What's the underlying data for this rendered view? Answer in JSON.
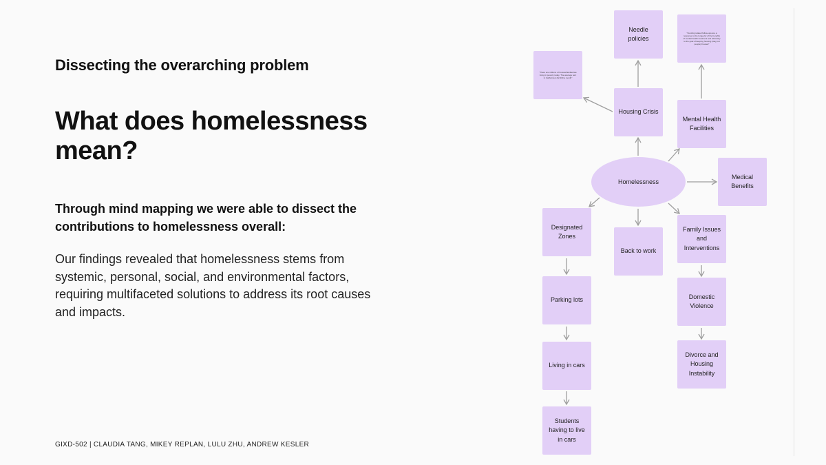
{
  "header": {
    "subtitle": "Dissecting the overarching problem",
    "headline": "What does homelessness mean?"
  },
  "content": {
    "lead": "Through mind mapping we were able to dissect the contributions to homelessness overall:",
    "body": "Our findings revealed that homelessness stems from systemic, personal, social, and environmental factors, requiring multifaceted solutions to address its root causes and impacts."
  },
  "footer": {
    "credits": "GIXD-502 | CLAUDIA TANG, MIKEY REPLAN, LULU ZHU, ANDREW KESLER"
  },
  "mindmap": {
    "center": "Homelessness",
    "nodes": {
      "needle": "Needle policies",
      "note_left": "\"There are millions of houses/families/we living in poverty today. The average rent in California is $2,400 a month\"",
      "housing": "Housing Crisis",
      "note_right": "\"Funding related follow-ups are a response to the longevity of the benefits of mental health treatment and ultimately to the goal of keeping housing (stay put people) housed\"",
      "mental": "Mental Health Facilities",
      "medical": "Medical Benefits",
      "zones": "Designated Zones",
      "backwork": "Back to work",
      "family": "Family Issues and Interventions",
      "parking": "Parking lots",
      "domestic": "Domestic Violence",
      "cars": "Living in cars",
      "divorce": "Divorce and Housing Instability",
      "students": "Students having to live in cars"
    }
  },
  "colors": {
    "node_fill": "#e2cff7",
    "arrow": "#9e9e9e",
    "background": "#fafafa"
  }
}
